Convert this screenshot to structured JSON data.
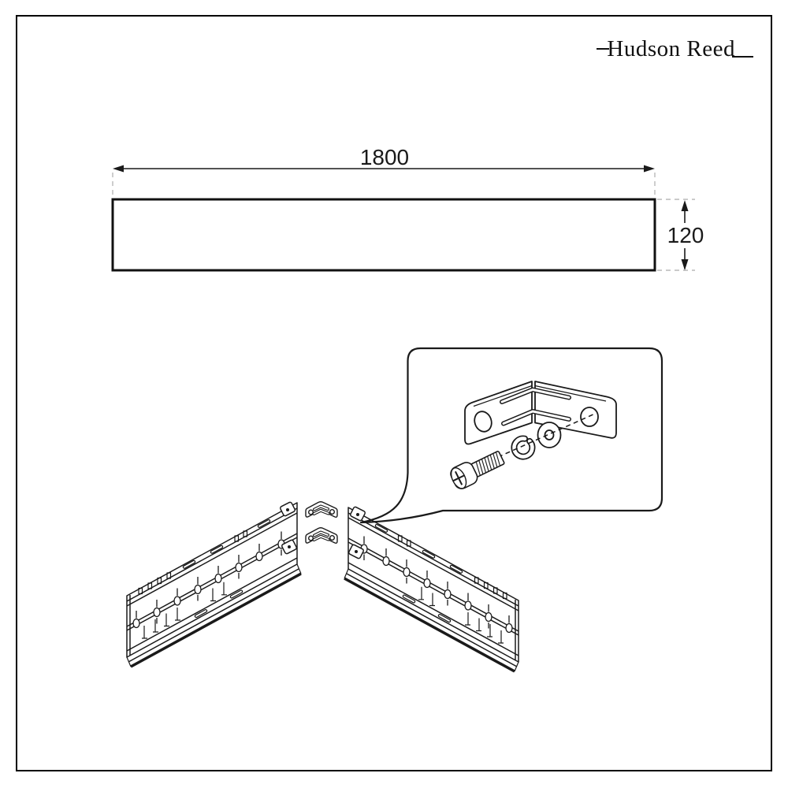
{
  "frame": {
    "border_color": "#000000",
    "background": "#ffffff"
  },
  "brand": {
    "logo_text": "Hudson Reed"
  },
  "dimension_drawing": {
    "width_label": "1800",
    "height_label": "120"
  },
  "callout": {
    "parts": [
      "corner-bracket",
      "phillips-screw",
      "spring-washer",
      "flat-washer"
    ]
  },
  "assembly": {
    "parts": [
      "left-rail-panel",
      "right-rail-panel",
      "upper-corner-connector-plate",
      "lower-corner-connector-plate"
    ]
  },
  "colors": {
    "line": "#1a1a1a",
    "extension_dash": "#b8b8b8"
  }
}
